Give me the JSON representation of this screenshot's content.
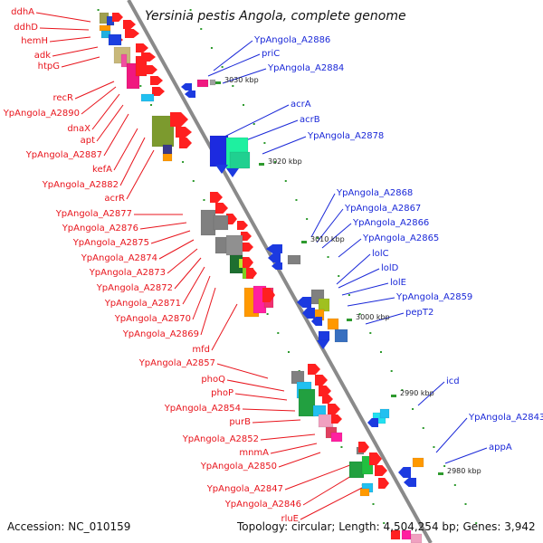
{
  "title": "Yersinia pestis Angola, complete genome",
  "footer": {
    "accession": "Accession: NC_010159",
    "summary": "Topology: circular; Length: 4,504,254 bp; Genes: 3,942"
  },
  "colors": {
    "left_labels": "#e8141c",
    "right_labels": "#1a28d8",
    "backbone": "#8a8a8a",
    "ticks": "#2e9a2e"
  },
  "left_genes": [
    "ddhA",
    "ddhD",
    "hemH",
    "adk",
    "htpG",
    "recR",
    "YpAngola_A2890",
    "dnaX",
    "apt",
    "YpAngola_A2887",
    "kefA",
    "YpAngola_A2882",
    "acrR",
    "YpAngola_A2877",
    "YpAngola_A2876",
    "YpAngola_A2875",
    "YpAngola_A2874",
    "YpAngola_A2873",
    "YpAngola_A2872",
    "YpAngola_A2871",
    "YpAngola_A2870",
    "YpAngola_A2869",
    "mfd",
    "YpAngola_A2857",
    "phoQ",
    "phoP",
    "YpAngola_A2854",
    "purB",
    "YpAngola_A2852",
    "mnmA",
    "YpAngola_A2850",
    "YpAngola_A2847",
    "YpAngola_A2846",
    "rluE"
  ],
  "right_genes": [
    "YpAngola_A2886",
    "priC",
    "YpAngola_A2884",
    "acrA",
    "acrB",
    "YpAngola_A2878",
    "YpAngola_A2868",
    "YpAngola_A2867",
    "YpAngola_A2866",
    "YpAngola_A2865",
    "lolC",
    "lolD",
    "lolE",
    "YpAngola_A2859",
    "pepT2",
    "icd",
    "YpAngola_A2843",
    "appA"
  ],
  "scale_labels": [
    "3030 kbp",
    "3020 kbp",
    "3010 kbp",
    "3000 kbp",
    "2990 kbp",
    "2980 kbp"
  ]
}
